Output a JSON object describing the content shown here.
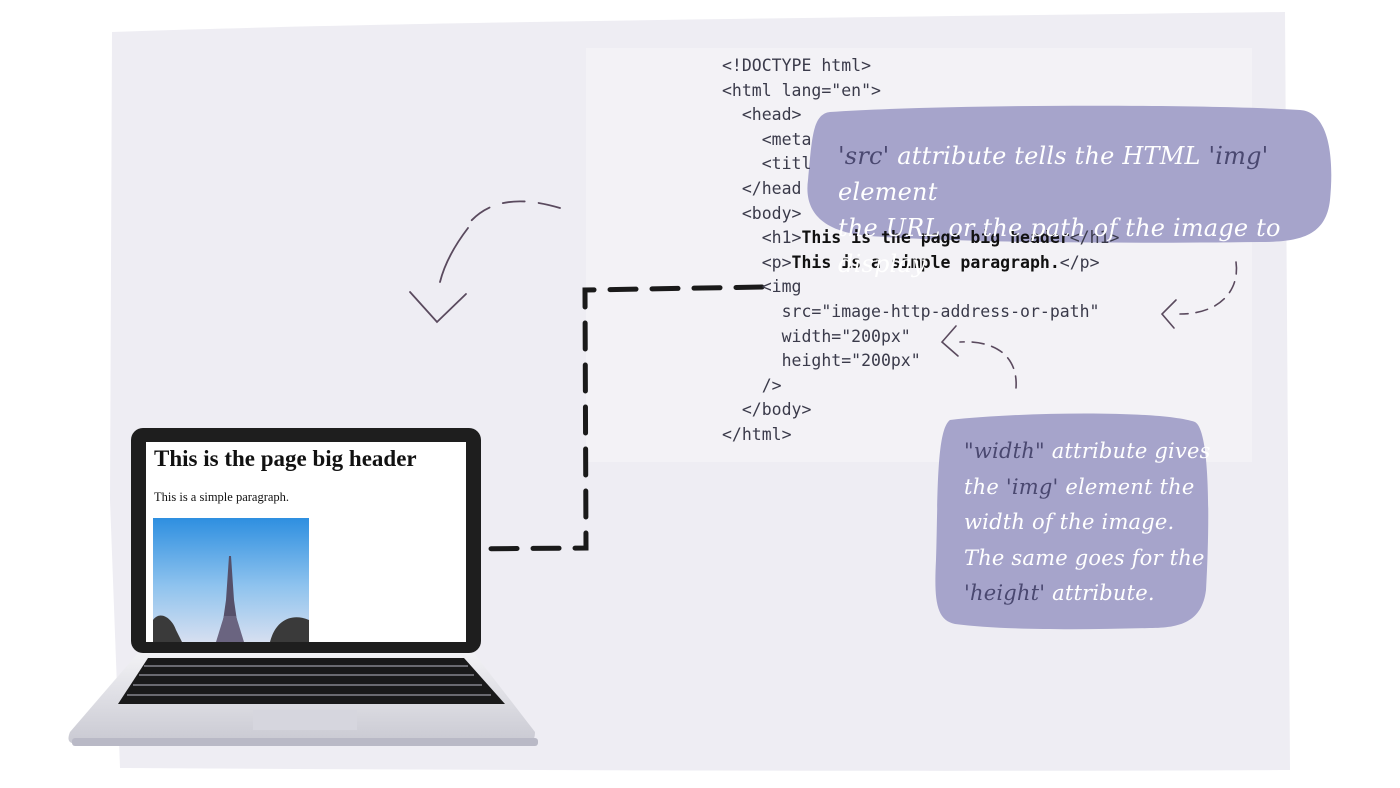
{
  "code_lines": [
    [
      {
        "t": "<!DOCTYPE html>",
        "c": "tag"
      }
    ],
    [
      {
        "t": "<html lang=\"en\">",
        "c": "tag"
      }
    ],
    [
      {
        "t": "  <head>",
        "c": "tag"
      }
    ],
    [
      {
        "t": "    <meta",
        "c": "tag"
      }
    ],
    [
      {
        "t": "    <titl",
        "c": "tag"
      }
    ],
    [
      {
        "t": "  </head",
        "c": "tag"
      }
    ],
    [
      {
        "t": "  <body>",
        "c": "tag"
      }
    ],
    [
      {
        "t": "    <h1>",
        "c": "tag"
      },
      {
        "t": "This is the page big header",
        "c": "bold"
      },
      {
        "t": "</h1>",
        "c": "tag"
      }
    ],
    [
      {
        "t": "    <p>",
        "c": "tag"
      },
      {
        "t": "This is a simple paragraph.",
        "c": "bold"
      },
      {
        "t": "</p>",
        "c": "tag"
      }
    ],
    [
      {
        "t": "    <img",
        "c": "tag"
      }
    ],
    [
      {
        "t": "      src=\"image-http-address-or-path\"",
        "c": "tag"
      }
    ],
    [
      {
        "t": "      width=\"200px\"",
        "c": "tag"
      }
    ],
    [
      {
        "t": "      height=\"200px\"",
        "c": "tag"
      }
    ],
    [
      {
        "t": "    />",
        "c": "tag"
      }
    ],
    [
      {
        "t": "  </body>",
        "c": "tag"
      }
    ],
    [
      {
        "t": "</html>",
        "c": "tag"
      }
    ]
  ],
  "callout_src": {
    "line1_pre": "",
    "line1_hl": "'src'",
    "line1_mid": " attribute tells the HTML ",
    "line1_hl2": "'img'",
    "line1_post": " element",
    "line2": "the URL or the path of the image to display"
  },
  "callout_width": {
    "hl1": "\"width\"",
    "l1_post": " attribute gives",
    "l2_pre": "the ",
    "hl2": "'img'",
    "l2_post": " element the",
    "l3": "width of the image.",
    "l4": "The same goes for the",
    "hl3": "'height'",
    "l5_post": " attribute."
  },
  "laptop": {
    "header": "This is the page big header",
    "paragraph": "This is a simple paragraph.",
    "image": "eiffel-tower-photo"
  },
  "colors": {
    "paper": "#eeedf3",
    "code_panel": "#f3f2f6",
    "callout": "#a6a4cb",
    "callout_text": "#ffffff",
    "callout_highlight": "#4a4870",
    "arrow": "#5a4a5e",
    "laptop_bezel": "#1e1e1e",
    "laptop_body": "#e8e8ec"
  }
}
